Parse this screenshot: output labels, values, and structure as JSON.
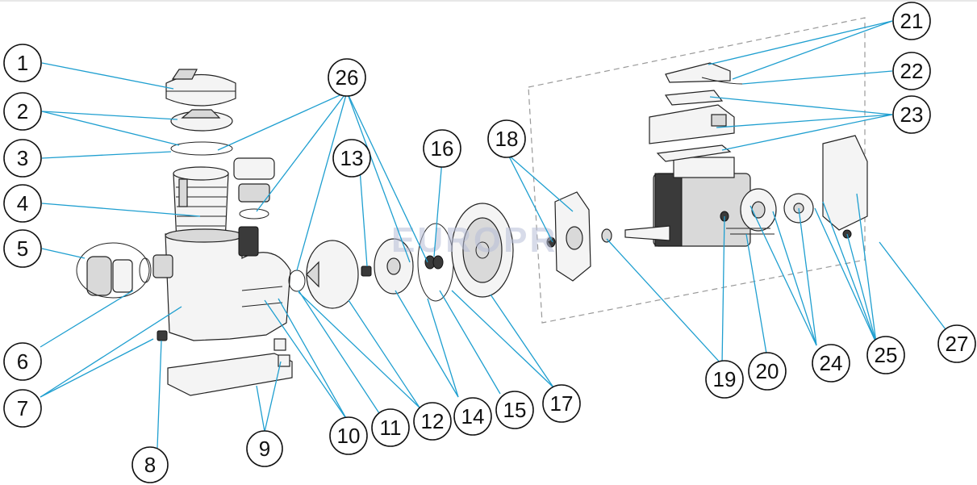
{
  "diagram": {
    "watermark": "EUROPR",
    "callouts": [
      "1",
      "2",
      "3",
      "4",
      "5",
      "6",
      "7",
      "8",
      "9",
      "10",
      "11",
      "12",
      "13",
      "14",
      "15",
      "16",
      "17",
      "18",
      "19",
      "20",
      "21",
      "22",
      "23",
      "24",
      "25",
      "26",
      "27"
    ]
  }
}
